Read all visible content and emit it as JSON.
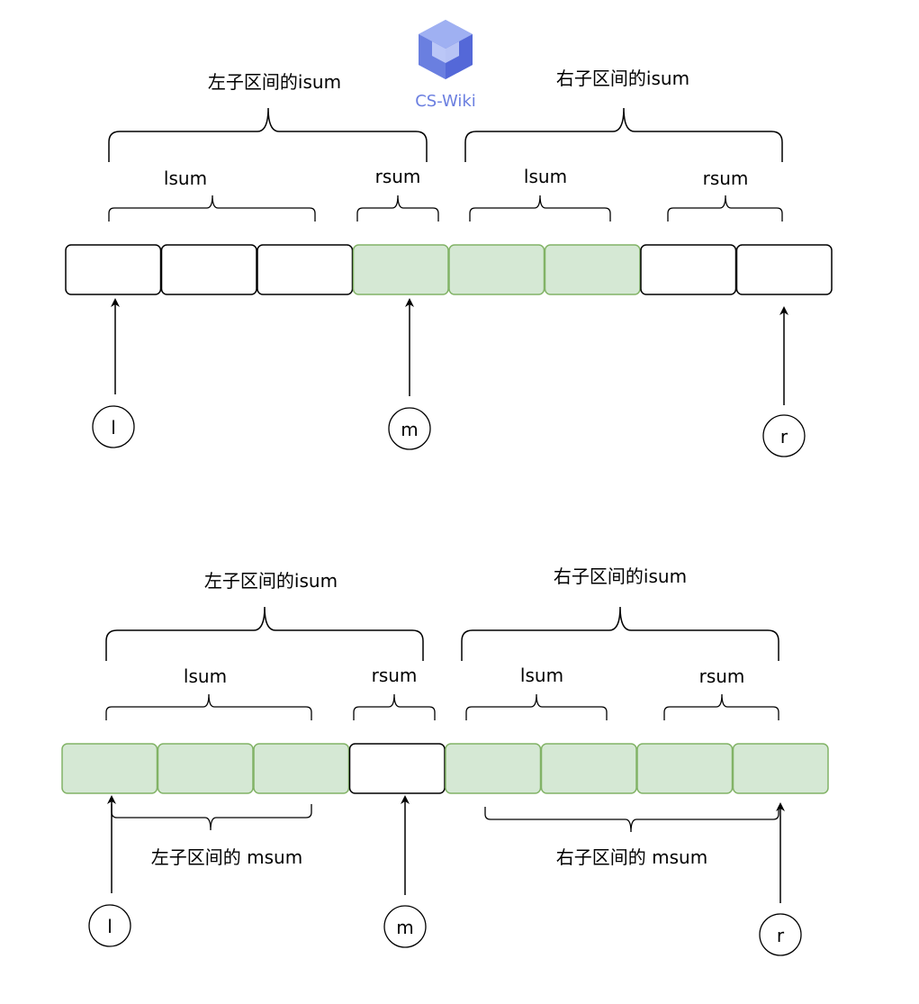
{
  "logo": {
    "text": "CS-Wiki",
    "icon": "cube-logo-icon",
    "color": "#6b7fe0"
  },
  "colors": {
    "highlight_fill": "#d5e8d4",
    "highlight_stroke": "#82b366",
    "plain_fill": "#ffffff",
    "plain_stroke": "#000000"
  },
  "top": {
    "left_interval_label": "左子区间的isum",
    "right_interval_label": "右子区间的isum",
    "left_lsum": "lsum",
    "left_rsum": "rsum",
    "right_lsum": "lsum",
    "right_rsum": "rsum",
    "cells": [
      false,
      false,
      false,
      true,
      true,
      true,
      false,
      false
    ],
    "pointers": {
      "l": "l",
      "m": "m",
      "r": "r"
    }
  },
  "bottom": {
    "left_interval_label": "左子区间的isum",
    "right_interval_label": "右子区间的isum",
    "left_lsum": "lsum",
    "left_rsum": "rsum",
    "right_lsum": "lsum",
    "right_rsum": "rsum",
    "left_msum": "左子区间的 msum",
    "right_msum": "右子区间的 msum",
    "cells": [
      true,
      true,
      true,
      false,
      true,
      true,
      true,
      true
    ],
    "pointers": {
      "l": "l",
      "m": "m",
      "r": "r"
    }
  }
}
